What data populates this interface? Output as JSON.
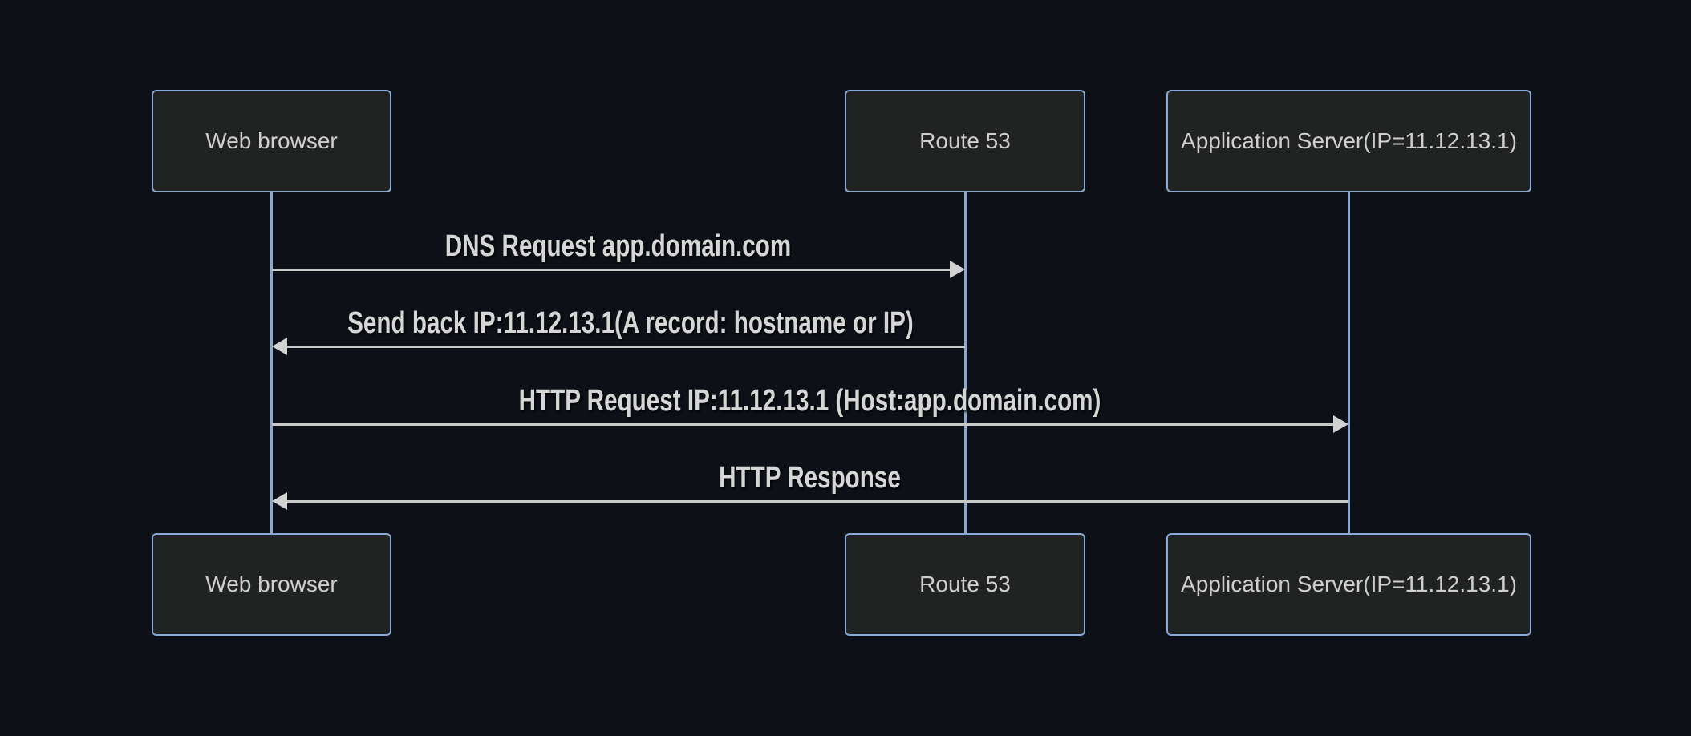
{
  "diagram": {
    "type": "sequence",
    "actors": [
      {
        "id": "web-browser",
        "label": "Web browser"
      },
      {
        "id": "route-53",
        "label": "Route 53"
      },
      {
        "id": "app-server",
        "label": "Application Server(IP=11.12.13.1)"
      }
    ],
    "messages": [
      {
        "from": "web-browser",
        "to": "route-53",
        "direction": "right",
        "arrow": "solid-filled",
        "label": "DNS Request app.domain.com"
      },
      {
        "from": "route-53",
        "to": "web-browser",
        "direction": "left",
        "arrow": "solid-filled",
        "label": "Send back IP:11.12.13.1(A record: hostname or IP)"
      },
      {
        "from": "web-browser",
        "to": "app-server",
        "direction": "right",
        "arrow": "solid-filled",
        "label": "HTTP Request IP:11.12.13.1 (Host:app.domain.com)"
      },
      {
        "from": "app-server",
        "to": "web-browser",
        "direction": "left",
        "arrow": "solid-filled",
        "label": "HTTP Response"
      }
    ],
    "colors": {
      "background": "#0d1117",
      "actor_fill": "#212323",
      "actor_border": "#87a9d4",
      "lifeline": "#87a9d4",
      "signal_line": "#c8c8c8",
      "signal_head": "#d2d2d2",
      "actor_text": "#cfcfcf",
      "message_text": "#d6d6d6"
    }
  }
}
